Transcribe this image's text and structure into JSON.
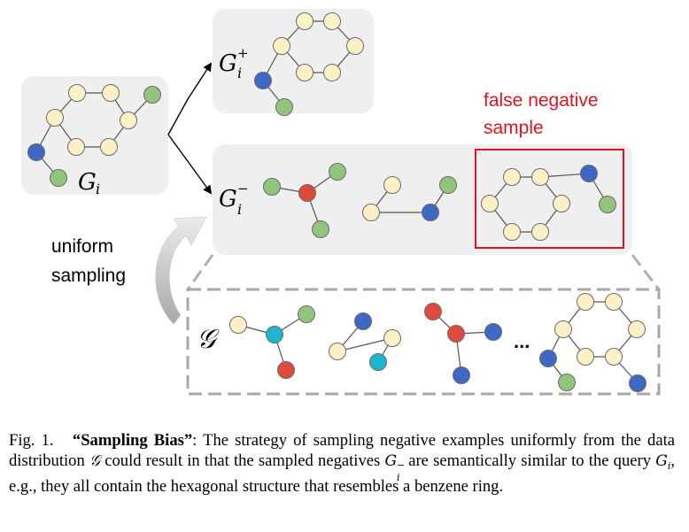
{
  "colors": {
    "node_cream": "#fdf0c6",
    "node_blue": "#3e68c4",
    "node_green": "#93c47d",
    "node_red": "#e0493d",
    "node_cyan": "#1fb6cd",
    "box_fill": "#efefef",
    "highlight": "#e0141e"
  },
  "labels": {
    "query_base": "G",
    "query_sub": "i",
    "positive_base": "G",
    "positive_sup": "+",
    "positive_sub": "i",
    "negative_base": "G",
    "negative_sup": "−",
    "negative_sub": "i",
    "distribution": "𝒢",
    "false_negative_line1": "false negative",
    "false_negative_line2": "sample",
    "uniform_line1": "uniform",
    "uniform_line2": "sampling",
    "ellipsis": "..."
  },
  "caption": {
    "fig_label": "Fig. 1.",
    "bold_title": "“Sampling Bias”",
    "part1": ": The strategy of sampling negative examples uniformly from the data distribution ",
    "part2": " could result in that the sampled negatives ",
    "part3": " are semantically similar to the query ",
    "part4": ", e.g., they all contain the hexagonal structure that resembles a benzene ring."
  }
}
